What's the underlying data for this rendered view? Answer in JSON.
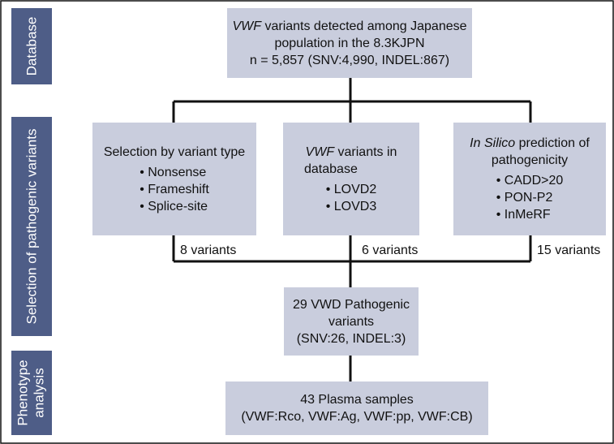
{
  "side_labels": {
    "database": "Database",
    "selection": "Selection of pathogenic variants",
    "phenotype_line1": "Phenotype",
    "phenotype_line2": "analysis"
  },
  "top_box": {
    "gene": "VWF",
    "line1_rest": " variants detected among Japanese",
    "line2": "population in the 8.3KJPN",
    "line3": "n = 5,857 (SNV:4,990, INDEL:867)"
  },
  "variant_type_box": {
    "title": "Selection by variant type",
    "items": [
      "Nonsense",
      "Frameshift",
      "Splice-site"
    ]
  },
  "database_box": {
    "gene": "VWF",
    "title_rest": " variants in",
    "title_line2": "database",
    "items": [
      "LOVD2",
      "LOVD3"
    ]
  },
  "insilico_box": {
    "emph": "In Silico",
    "title_rest": " prediction of",
    "title_line2": "pathogenicity",
    "items": [
      "CADD>20",
      "PON-P2",
      "InMeRF"
    ]
  },
  "counts": {
    "variant_type": "8 variants",
    "database": "6 variants",
    "insilico": "15 variants"
  },
  "pathogenic_box": {
    "line1": "29 VWD Pathogenic",
    "line2": "variants",
    "line3": "(SNV:26, INDEL:3)"
  },
  "plasma_box": {
    "line1": "43 Plasma samples",
    "line2": "(VWF:Rco, VWF:Ag, VWF:pp, VWF:CB)"
  },
  "colors": {
    "side_bar": "#4e5d87",
    "box_fill": "#c9cddd",
    "line": "#111111"
  }
}
